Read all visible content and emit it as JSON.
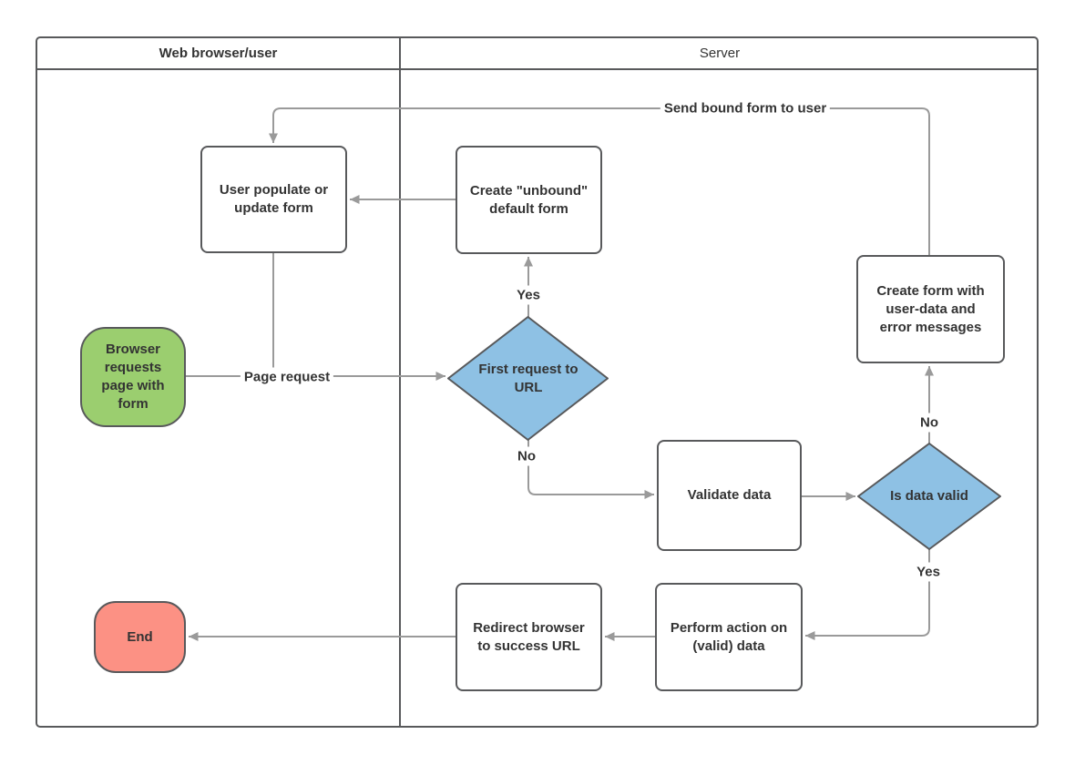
{
  "diagram": {
    "lanes": [
      {
        "title": "Web browser/user"
      },
      {
        "title": "Server"
      }
    ],
    "nodes": {
      "browser_requests": {
        "label": "Browser requests page with form",
        "type": "start"
      },
      "user_populate": {
        "label": "User populate or update form",
        "type": "process"
      },
      "create_unbound": {
        "label": "Create \"unbound\" default form",
        "type": "process"
      },
      "first_request": {
        "label": "First request to URL",
        "type": "decision"
      },
      "validate_data": {
        "label": "Validate data",
        "type": "process"
      },
      "is_data_valid": {
        "label": "Is data valid",
        "type": "decision"
      },
      "create_form_errors": {
        "label": "Create form with user-data and error messages",
        "type": "process"
      },
      "perform_action": {
        "label": "Perform action on (valid) data",
        "type": "process"
      },
      "redirect_browser": {
        "label": "Redirect browser to success URL",
        "type": "process"
      },
      "end": {
        "label": "End",
        "type": "end"
      }
    },
    "edge_labels": {
      "page_request": "Page request",
      "first_request_yes": "Yes",
      "first_request_no": "No",
      "send_bound_form": "Send bound form to user",
      "is_valid_no": "No",
      "is_valid_yes": "Yes"
    },
    "colors": {
      "green": "#9BCE6F",
      "blue": "#8EC1E4",
      "salmon": "#FC9184",
      "border": "#58595B",
      "connector": "#9A9A9A",
      "text": "#333333",
      "bg": "#FFFFFF"
    }
  }
}
